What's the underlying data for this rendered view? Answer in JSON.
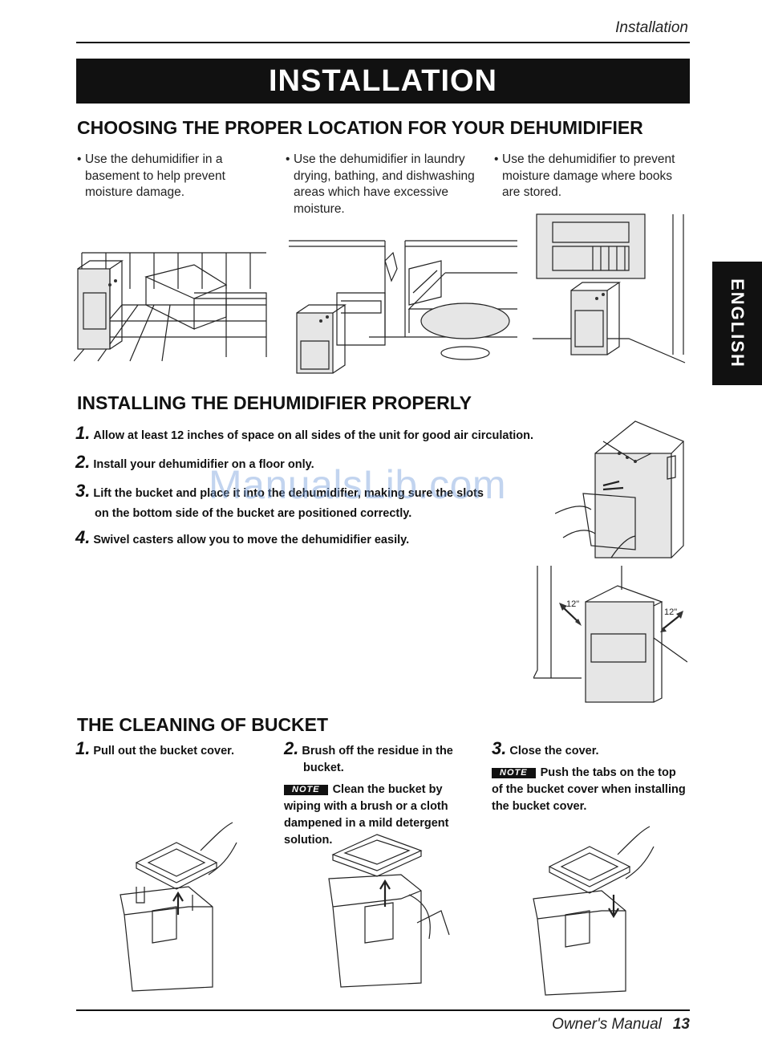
{
  "header": {
    "section_label": "Installation"
  },
  "banner": {
    "title": "INSTALLATION"
  },
  "side_tab": {
    "label": "ENGLISH"
  },
  "location": {
    "heading": "CHOOSING THE PROPER LOCATION FOR YOUR DEHUMIDIFIER",
    "bullets": [
      {
        "lines": [
          "Use the dehumidifier in a",
          "basement to help prevent",
          "moisture damage."
        ]
      },
      {
        "lines": [
          "Use the dehumidifier in laundry",
          "drying, bathing, and dishwashing",
          "areas which have excessive",
          "moisture."
        ]
      },
      {
        "lines": [
          "Use the dehumidifier to prevent",
          "moisture damage where books",
          "are stored."
        ]
      }
    ]
  },
  "installing": {
    "heading": "INSTALLING THE DEHUMIDIFIER PROPERLY",
    "steps": [
      {
        "num": "1.",
        "text": "Allow at least 12 inches of space on all sides of the unit for good air circulation."
      },
      {
        "num": "2.",
        "text": "Install your dehumidifier on a floor only."
      },
      {
        "num": "3.",
        "text": "Lift the bucket and place it into the dehumidifier, making sure the slots",
        "text2": "on the bottom side of the bucket are positioned correctly."
      },
      {
        "num": "4.",
        "text": "Swivel casters allow you to move the dehumidifier easily."
      }
    ],
    "clearance_left": "12\"",
    "clearance_right": "12\""
  },
  "watermark": "ManualsLib.com",
  "cleaning": {
    "heading": "THE CLEANING OF BUCKET",
    "steps": [
      {
        "num": "1.",
        "lines": [
          "Pull out the bucket cover."
        ]
      },
      {
        "num": "2.",
        "lines": [
          "Brush off the residue in the",
          "bucket."
        ],
        "note_label": "NOTE",
        "note_lines": [
          "Clean the bucket by",
          "wiping with a brush or a cloth",
          "dampened in a mild detergent",
          "solution."
        ]
      },
      {
        "num": "3.",
        "lines": [
          "Close the cover."
        ],
        "note_label": "NOTE",
        "note_lines": [
          "Push the tabs on the top",
          "of the bucket cover when installing",
          "the bucket cover."
        ]
      }
    ]
  },
  "footer": {
    "label": "Owner's Manual",
    "page": "13"
  }
}
